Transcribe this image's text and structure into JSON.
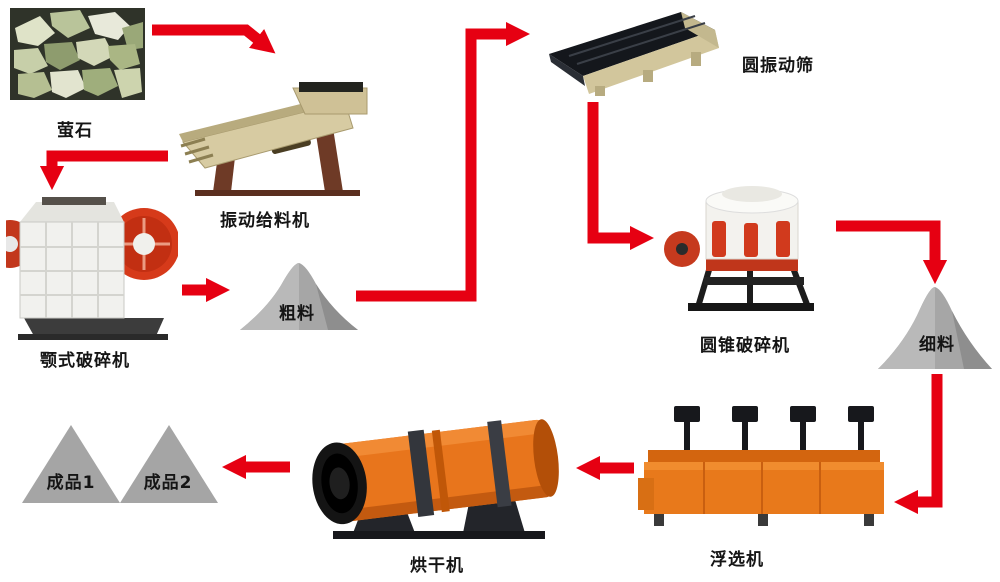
{
  "palette": {
    "accent": "#e60012",
    "machine_orange": "#e8751c",
    "machine_khaki": "#d7cba2",
    "pile_gray": "#a6a6a6",
    "background": "#ffffff"
  },
  "flow": {
    "nodes": [
      {
        "id": "fluorite",
        "label": "萤石",
        "kind": "raw-material-photo"
      },
      {
        "id": "vibrating-feeder",
        "label": "振动给料机",
        "kind": "machine"
      },
      {
        "id": "jaw-crusher",
        "label": "颚式破碎机",
        "kind": "machine"
      },
      {
        "id": "coarse-material",
        "label": "粗料",
        "kind": "stockpile"
      },
      {
        "id": "circular-vibrating-screen",
        "label": "圆振动筛",
        "kind": "machine"
      },
      {
        "id": "cone-crusher",
        "label": "圆锥破碎机",
        "kind": "machine"
      },
      {
        "id": "fine-material",
        "label": "细料",
        "kind": "stockpile"
      },
      {
        "id": "flotation-machine",
        "label": "浮选机",
        "kind": "machine"
      },
      {
        "id": "dryer",
        "label": "烘干机",
        "kind": "machine"
      },
      {
        "id": "product-1",
        "label": "成品1",
        "kind": "product"
      },
      {
        "id": "product-2",
        "label": "成品2",
        "kind": "product"
      }
    ],
    "edges": [
      {
        "from": "fluorite",
        "to": "vibrating-feeder"
      },
      {
        "from": "vibrating-feeder",
        "to": "jaw-crusher"
      },
      {
        "from": "jaw-crusher",
        "to": "coarse-material"
      },
      {
        "from": "coarse-material",
        "to": "circular-vibrating-screen"
      },
      {
        "from": "circular-vibrating-screen",
        "to": "cone-crusher"
      },
      {
        "from": "cone-crusher",
        "to": "fine-material"
      },
      {
        "from": "fine-material",
        "to": "flotation-machine"
      },
      {
        "from": "flotation-machine",
        "to": "dryer"
      },
      {
        "from": "dryer",
        "to": "product-1"
      },
      {
        "from": "dryer",
        "to": "product-2"
      }
    ]
  }
}
